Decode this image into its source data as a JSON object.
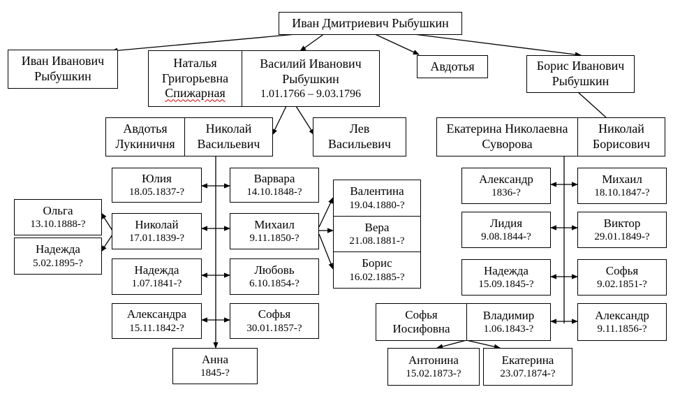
{
  "tree": {
    "root": {
      "name": "Иван Дмитриевич Рыбушкин"
    },
    "ivan": {
      "name": "Иван Иванович Рыбушкин"
    },
    "natalya": {
      "name_l1": "Наталья",
      "name_l2": "Григорьевна",
      "name_l3": "Спижарная"
    },
    "vasiliy": {
      "name": "Василий Иванович Рыбушкин",
      "date": "1.01.1766 – 9.03.1796"
    },
    "avdotya_d": {
      "name": "Авдотья"
    },
    "boris_i": {
      "name": "Борис Иванович Рыбушкин"
    },
    "avdotya_l": {
      "name": "Авдотья Лукиничня"
    },
    "nikolay_v": {
      "name": "Николай Васильевич"
    },
    "lev": {
      "name": "Лев Васильевич"
    },
    "ekaterina_s": {
      "name": "Екатерина Николаевна Суворова"
    },
    "nikolay_b": {
      "name": "Николай Борисович"
    },
    "yuliya": {
      "name": "Юлия",
      "date": "18.05.1837-?"
    },
    "varvara": {
      "name": "Варвара",
      "date": "14.10.1848-?"
    },
    "valentina": {
      "name": "Валентина",
      "date": "19.04.1880-?"
    },
    "olga": {
      "name": "Ольга",
      "date": "13.10.1888-?"
    },
    "nikolay_c": {
      "name": "Николай",
      "date": "17.01.1839-?"
    },
    "mikhail_c": {
      "name": "Михаил",
      "date": "9.11.1850-?"
    },
    "vera": {
      "name": "Вера",
      "date": "21.08.1881-?"
    },
    "nadezhda_g": {
      "name": "Надежда",
      "date": "5.02.1895-?"
    },
    "nadezhda_c": {
      "name": "Надежда",
      "date": "1.07.1841-?"
    },
    "lyubov": {
      "name": "Любовь",
      "date": "6.10.1854-?"
    },
    "boris_g": {
      "name": "Борис",
      "date": "16.02.1885-?"
    },
    "aleksandra": {
      "name": "Александра",
      "date": "15.11.1842-?"
    },
    "sofya_c": {
      "name": "Софья",
      "date": "30.01.1857-?"
    },
    "anna": {
      "name": "Анна",
      "date": "1845-?"
    },
    "aleksandr_r": {
      "name": "Александр",
      "date": "1836-?"
    },
    "mikhail_r": {
      "name": "Михаил",
      "date": "18.10.1847-?"
    },
    "lidiya": {
      "name": "Лидия",
      "date": "9.08.1844-?"
    },
    "viktor": {
      "name": "Виктор",
      "date": "29.01.1849-?"
    },
    "nadezhda_r": {
      "name": "Надежда",
      "date": "15.09.1845-?"
    },
    "sofya_r": {
      "name": "Софья",
      "date": "9.02.1851-?"
    },
    "sofya_i": {
      "name": "Софья Иосифовна"
    },
    "vladimir": {
      "name": "Владимир",
      "date": "1.06.1843-?"
    },
    "aleksandr_r2": {
      "name": "Александр",
      "date": "9.11.1856-?"
    },
    "antonina": {
      "name": "Антонина",
      "date": "15.02.1873-?"
    },
    "ekaterina_g": {
      "name": "Екатерина",
      "date": "23.07.1874-?"
    }
  }
}
